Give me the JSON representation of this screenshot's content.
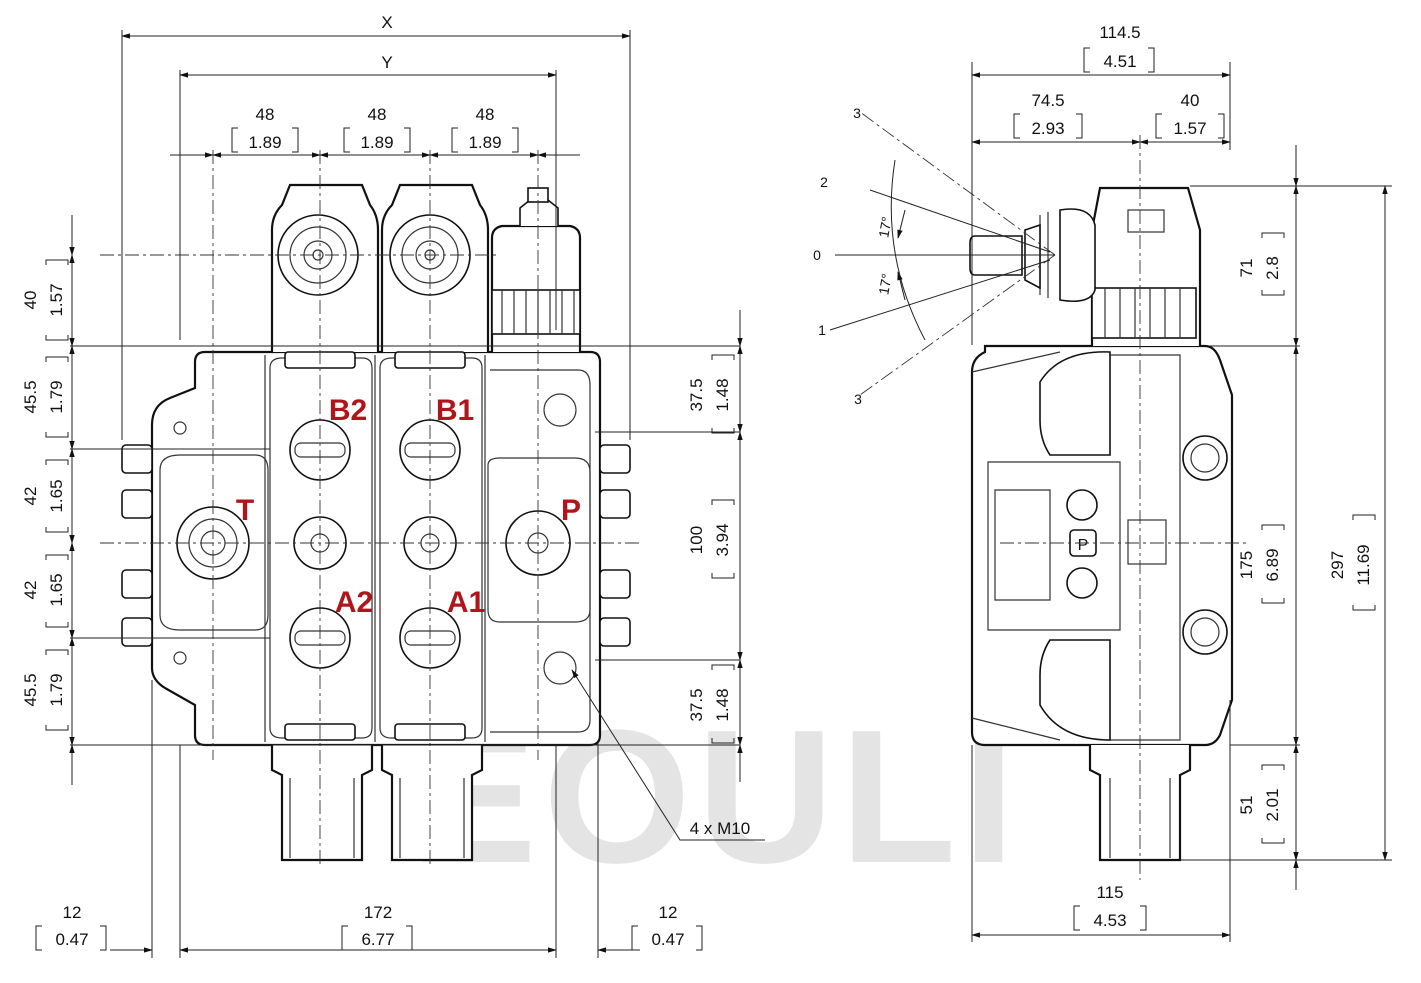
{
  "watermark": "ЁOULI",
  "ports": {
    "b2": "B2",
    "b1": "B1",
    "t": "T",
    "p": "P",
    "a2": "A2",
    "a1": "A1"
  },
  "front_view": {
    "top_dims": {
      "x_label": "X",
      "y_label": "Y",
      "section1_mm": "48",
      "section1_in": "1.89",
      "section2_mm": "48",
      "section2_in": "1.89",
      "section3_mm": "48",
      "section3_in": "1.89"
    },
    "left_dims": {
      "d1_mm": "40",
      "d1_in": "1.57",
      "d2_mm": "45.5",
      "d2_in": "1.79",
      "d3_mm": "42",
      "d3_in": "1.65",
      "d4_mm": "42",
      "d4_in": "1.65",
      "d5_mm": "45.5",
      "d5_in": "1.79"
    },
    "right_dims": {
      "r1_mm": "37.5",
      "r1_in": "1.48",
      "r2_mm": "100",
      "r2_in": "3.94",
      "r3_mm": "37.5",
      "r3_in": "1.48"
    },
    "bottom_dims": {
      "left_mm": "12",
      "left_in": "0.47",
      "mid_mm": "172",
      "mid_in": "6.77",
      "right_mm": "12",
      "right_in": "0.47"
    },
    "mount_label": "4 x M10"
  },
  "side_view": {
    "top_total_mm": "114.5",
    "top_total_in": "4.51",
    "top_left_mm": "74.5",
    "top_left_in": "2.93",
    "top_right_mm": "40",
    "top_right_in": "1.57",
    "r_top_mm": "71",
    "r_top_in": "2.8",
    "r_mid_mm": "175",
    "r_mid_in": "6.89",
    "r_bot_mm": "51",
    "r_bot_in": "2.01",
    "total_mm": "297",
    "total_in": "11.69",
    "bottom_mm": "115",
    "bottom_in": "4.53",
    "lever_positions": [
      "3",
      "2",
      "0",
      "1",
      "3"
    ],
    "angle_up": "17°",
    "angle_down": "17°"
  }
}
